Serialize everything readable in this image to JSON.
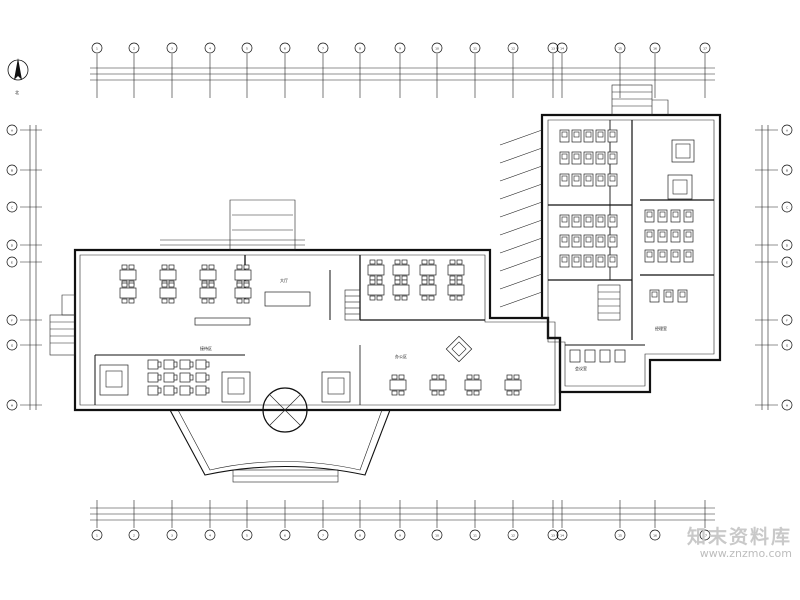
{
  "drawing": {
    "stroke_color": "#111111",
    "background": "#ffffff",
    "north_arrow": {
      "label": "北",
      "icon": "north-arrow-icon"
    }
  },
  "grid_axes": {
    "top": [
      "1",
      "2",
      "3",
      "4",
      "5",
      "6",
      "7",
      "8",
      "9",
      "10",
      "11",
      "12",
      "13",
      "14",
      "15",
      "16",
      "17"
    ],
    "bottom": [
      "1",
      "2",
      "3",
      "4",
      "5",
      "6",
      "7",
      "8",
      "9",
      "10",
      "11",
      "12",
      "13",
      "14",
      "15",
      "16",
      "17"
    ],
    "left": [
      "A",
      "B",
      "C",
      "D",
      "E",
      "F",
      "G",
      "H"
    ],
    "right": [
      "A",
      "B",
      "C",
      "D",
      "E",
      "F",
      "G",
      "H"
    ]
  },
  "rooms": [
    {
      "id": "reception",
      "label": "接待区"
    },
    {
      "id": "lobby",
      "label": "大厅"
    },
    {
      "id": "office-open",
      "label": "办公区"
    },
    {
      "id": "meeting",
      "label": "会议室"
    },
    {
      "id": "manager",
      "label": "经理室"
    }
  ],
  "watermark": {
    "text": "知末资料库",
    "url": "www.znzmo.com",
    "color": "#c9c9c9"
  }
}
